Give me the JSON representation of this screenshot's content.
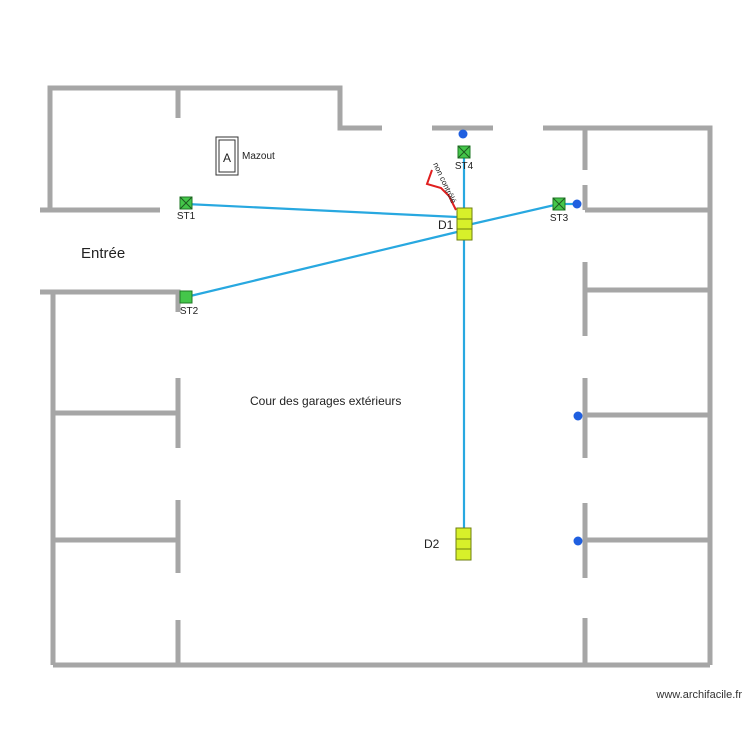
{
  "labels": {
    "entree": "Entrée",
    "cour": "Cour des garages extérieurs",
    "mazout": "Mazout",
    "mazout_letter": "A",
    "non_controle": "non contrôlé",
    "credit": "www.archifacile.fr"
  },
  "stations": [
    {
      "id": "st1",
      "label": "ST1"
    },
    {
      "id": "st2",
      "label": "ST2"
    },
    {
      "id": "st3",
      "label": "ST3"
    },
    {
      "id": "st4",
      "label": "ST4"
    }
  ],
  "distributors": [
    {
      "id": "d1",
      "label": "D1"
    },
    {
      "id": "d2",
      "label": "D2"
    }
  ],
  "colors": {
    "wall": "#a6a6a6",
    "pipe": "#28a8e0",
    "pipe_uncontrolled": "#e01f1f",
    "station": "#44c64a",
    "distributor": "#d7f02a",
    "point": "#1f5fe0"
  }
}
